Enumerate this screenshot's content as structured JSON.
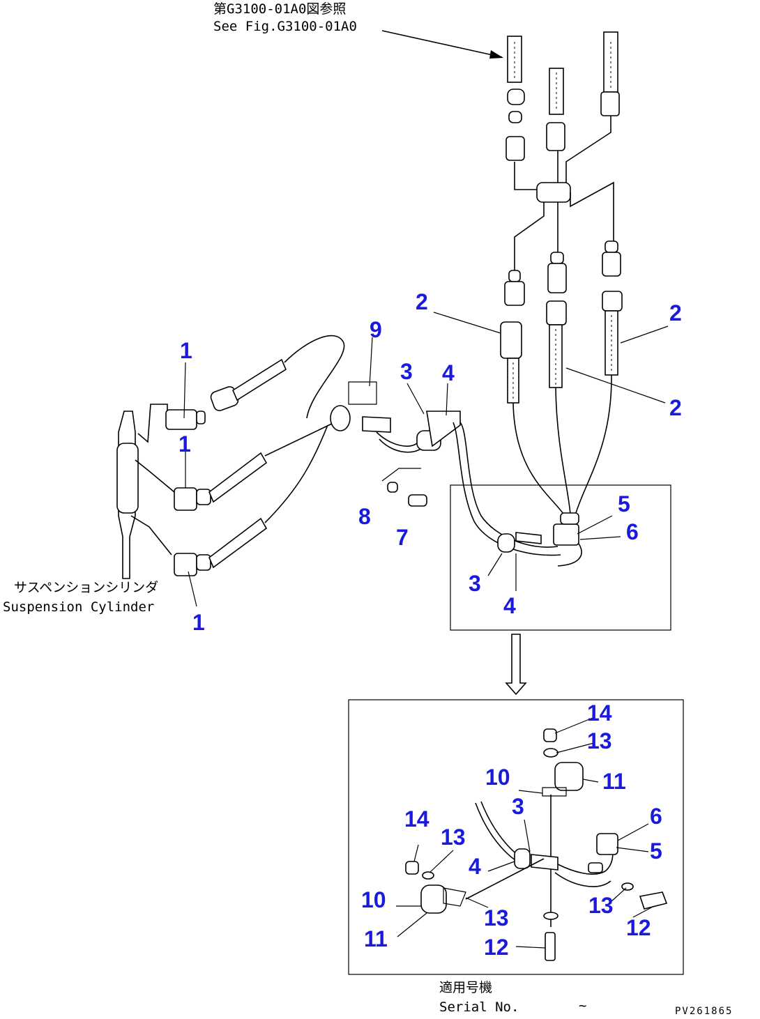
{
  "references": {
    "see_fig_jp": "第G3100-01A0図参照",
    "see_fig_en": "See Fig.G3100-01A0"
  },
  "component": {
    "name_jp": "サスペンションシリンダ",
    "name_en": "Suspension Cylinder"
  },
  "serial": {
    "label_jp": "適用号機",
    "label_en": "Serial No.",
    "value": "~"
  },
  "drawing_code": "PV261865",
  "part_labels": {
    "l1a": "1",
    "l1b": "1",
    "l1c": "1",
    "l2a": "2",
    "l2b": "2",
    "l2c": "2",
    "l9": "9",
    "l3": "3",
    "l4": "4",
    "l8": "8",
    "l7": "7",
    "l5": "5",
    "l6": "6",
    "l3d": "3",
    "l4d": "4",
    "l14a": "14",
    "l13a": "13",
    "l10a": "10",
    "l11a": "11",
    "l3e": "3",
    "l6e": "6",
    "l5e": "5",
    "l14b": "14",
    "l13b": "13",
    "l4e": "4",
    "l10b": "10",
    "l13c": "13",
    "l13d": "13",
    "l11b": "11",
    "l12a": "12",
    "l12b": "12"
  }
}
